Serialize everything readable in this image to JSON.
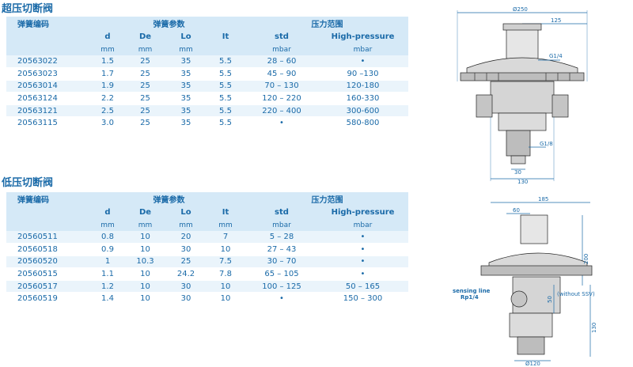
{
  "high": {
    "title": "超压切断阀",
    "headers": {
      "code": "弹簧编码",
      "spring": "弹簧参数",
      "pressure": "压力范围",
      "d": "d",
      "De": "De",
      "Lo": "Lo",
      "It": "It",
      "std": "std",
      "hp": "High-pressure",
      "u_d": "mm",
      "u_De": "mm",
      "u_Lo": "mm",
      "u_std": "mbar",
      "u_hp": "mbar"
    },
    "rows": [
      [
        "20563022",
        "1.5",
        "25",
        "35",
        "5.5",
        "28 – 60",
        "•"
      ],
      [
        "20563023",
        "1.7",
        "25",
        "35",
        "5.5",
        "45 – 90",
        "90 –130"
      ],
      [
        "20563014",
        "1.9",
        "25",
        "35",
        "5.5",
        "70 – 130",
        "120-180"
      ],
      [
        "20563124",
        "2.2",
        "25",
        "35",
        "5.5",
        "120 – 220",
        "160-330"
      ],
      [
        "20563121",
        "2.5",
        "25",
        "35",
        "5.5",
        "220 – 400",
        "300-600"
      ],
      [
        "20563115",
        "3.0",
        "25",
        "35",
        "5.5",
        "•",
        "580-800"
      ]
    ]
  },
  "low": {
    "title": "低压切断阀",
    "headers": {
      "code": "弹簧编码",
      "spring": "弹簧参数",
      "pressure": "压力范围",
      "d": "d",
      "De": "De",
      "Lo": "Lo",
      "It": "It",
      "std": "std",
      "hp": "High-pressure",
      "u_d": "mm",
      "u_De": "mm",
      "u_Lo": "mm",
      "u_It": "mm",
      "u_std": "mbar",
      "u_hp": "mbar"
    },
    "rows": [
      [
        "20560511",
        "0.8",
        "10",
        "20",
        "7",
        "5 – 28",
        "•"
      ],
      [
        "20560518",
        "0.9",
        "10",
        "30",
        "10",
        "27 – 43",
        "•"
      ],
      [
        "20560520",
        "1",
        "10.3",
        "25",
        "7.5",
        "30 – 70",
        "•"
      ],
      [
        "20560515",
        "1.1",
        "10",
        "24.2",
        "7.8",
        "65 – 105",
        "•"
      ],
      [
        "20560517",
        "1.2",
        "10",
        "30",
        "10",
        "100 – 125",
        "50 – 165"
      ],
      [
        "20560519",
        "1.4",
        "10",
        "30",
        "10",
        "•",
        "150 – 300"
      ]
    ]
  },
  "drawing1": {
    "dia": "Ø250",
    "w125": "125",
    "g14": "G1/4",
    "g18": "G1/8",
    "w30": "30",
    "w130": "130"
  },
  "drawing2": {
    "w185": "185",
    "w60": "60",
    "h200": "200",
    "sensing1": "sensing line",
    "sensing2": "Rp1/4",
    "h50": "50",
    "nossv": "(without SSV)",
    "h130": "130",
    "dia120": "Ø120"
  }
}
